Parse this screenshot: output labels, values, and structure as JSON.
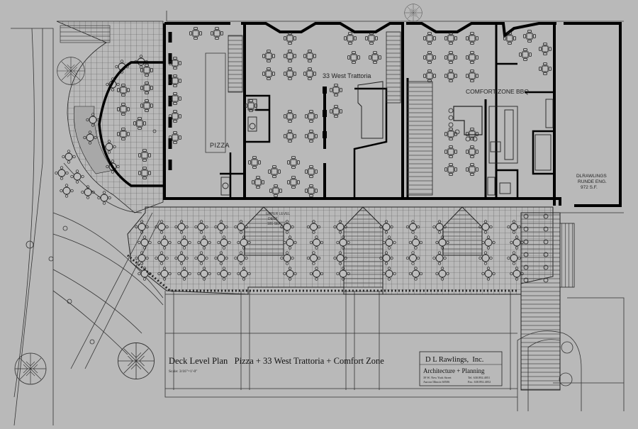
{
  "plan": {
    "title": "Deck Level Plan   Pizza + 33 West Trattoria + Comfort Zone",
    "scale": "Scale: 3/16\"=1'-0\"",
    "rooms": {
      "pizza": "PIZZA",
      "trattoria": "33 West Trattoria",
      "comfort_zone": "COMFORT ZONE BBQ",
      "tenant_line1": "DLRAWLINGS",
      "tenant_line2": "RUNDE ENG.",
      "tenant_area": "972 S.F.",
      "deck_line1": "UPPER LEVEL",
      "deck_line2": "DECK",
      "deck_line3": "181 SEATS"
    },
    "firm": {
      "name": "D L Rawlings,  Inc.",
      "tagline": "Architecture + Planning",
      "address1": "39 W. New York Street",
      "address2": "Aurora Illinois 60506",
      "tel": "Tel. 630.892.4051",
      "fax": "Fax. 630.892.4052"
    }
  },
  "colors": {
    "paper": "#b9b9b9",
    "ink": "#1a1a1a",
    "wall": "#000000"
  }
}
